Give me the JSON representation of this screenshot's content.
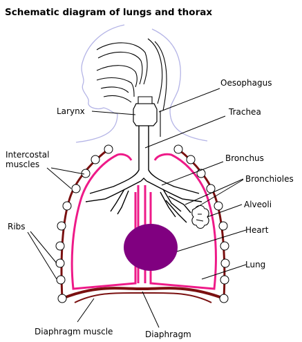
{
  "title": "Schematic diagram of lungs and thorax",
  "labels": {
    "oesophagus": "Oesophagus",
    "larynx": "Larynx",
    "trachea": "Trachea",
    "intercostal_line1": "Intercostal",
    "intercostal_line2": "muscles",
    "bronchus": "Bronchus",
    "bronchioles": "Bronchioles",
    "alveoli": "Alveoli",
    "ribs": "Ribs",
    "heart": "Heart",
    "lung": "Lung",
    "diaphragm_muscle": "Diaphragm muscle",
    "diaphragm": "Diaphragm"
  },
  "colors": {
    "lung_outline": "#ee1a88",
    "rib_cage": "#7a1010",
    "heart": "#800080",
    "head_outline": "#b4b4e6",
    "rib_circle_fill": "#ffffff",
    "line": "#000000"
  }
}
